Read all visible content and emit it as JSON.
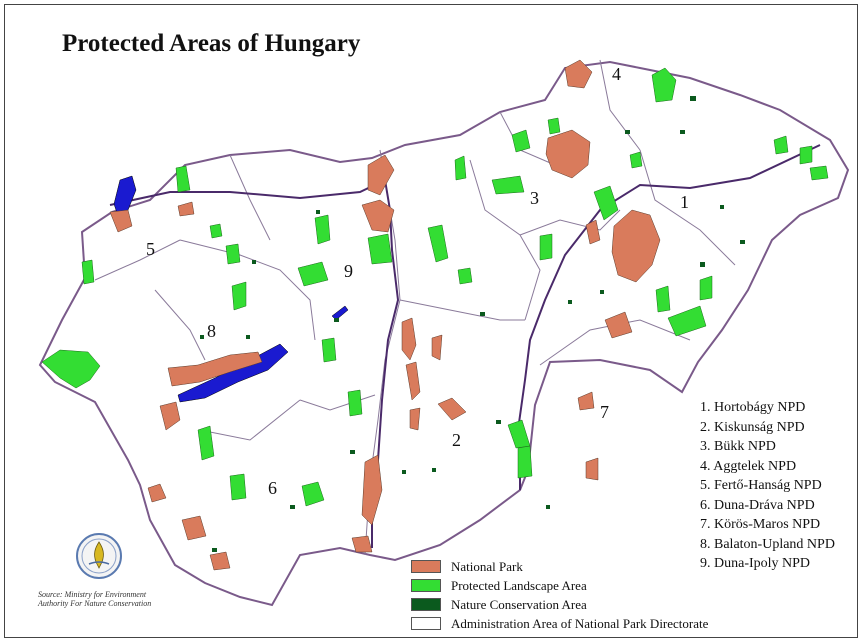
{
  "title": "Protected Areas of Hungary",
  "colors": {
    "national_park": "#d97b5c",
    "protected_landscape": "#33dd33",
    "nature_conservation": "#0b5a1e",
    "administration": "#ffffff",
    "water": "#1a1ad0"
  },
  "region_numbers": [
    "1",
    "2",
    "3",
    "4",
    "5",
    "6",
    "7",
    "8",
    "9"
  ],
  "directorates": [
    "1. Hortobágy NPD",
    "2. Kiskunság NPD",
    "3. Bükk NPD",
    "4. Aggtelek NPD",
    "5. Fertő-Hanság NPD",
    "6. Duna-Dráva NPD",
    "7. Körös-Maros NPD",
    "8. Balaton-Upland NPD",
    "9. Duna-Ipoly NPD"
  ],
  "legend": [
    {
      "label": "National Park",
      "color_key": "national_park"
    },
    {
      "label": "Protected Landscape Area",
      "color_key": "protected_landscape"
    },
    {
      "label": "Nature Conservation Area",
      "color_key": "nature_conservation"
    },
    {
      "label": "Administration Area of National Park Directorate",
      "color_key": "administration"
    }
  ],
  "source": {
    "line1": "Source: Ministry for Environment",
    "line2": "Authority For Nature Conservation"
  }
}
